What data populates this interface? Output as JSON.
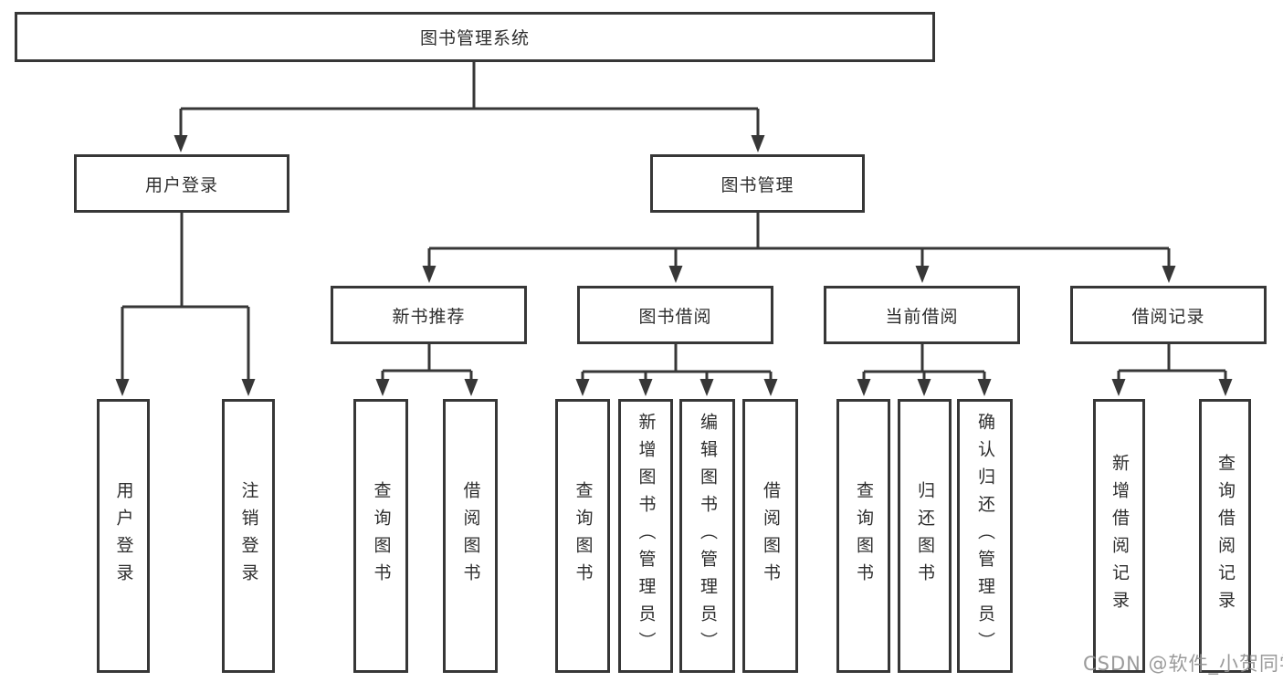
{
  "diagram": {
    "root": {
      "label": "图书管理系统"
    },
    "level2": [
      {
        "label": "用户登录"
      },
      {
        "label": "图书管理"
      }
    ],
    "level3": [
      {
        "label": "新书推荐"
      },
      {
        "label": "图书借阅"
      },
      {
        "label": "当前借阅"
      },
      {
        "label": "借阅记录"
      }
    ],
    "leaves": [
      {
        "label": "用户登录"
      },
      {
        "label": "注销登录"
      },
      {
        "label": "查询图书"
      },
      {
        "label": "借阅图书"
      },
      {
        "label": "查询图书"
      },
      {
        "label": "新增图书（管理员）"
      },
      {
        "label": "编辑图书（管理员）"
      },
      {
        "label": "借阅图书"
      },
      {
        "label": "查询图书"
      },
      {
        "label": "归还图书"
      },
      {
        "label": "确认归还（管理员）"
      },
      {
        "label": "新增借阅记录"
      },
      {
        "label": "查询借阅记录"
      }
    ]
  },
  "watermark": "CSDN @软件_小贺同学",
  "colors": {
    "line": "#373737",
    "box_border": "#373737",
    "text": "#2e2e2e",
    "watermark": "#919191",
    "background": "#ffffff"
  }
}
